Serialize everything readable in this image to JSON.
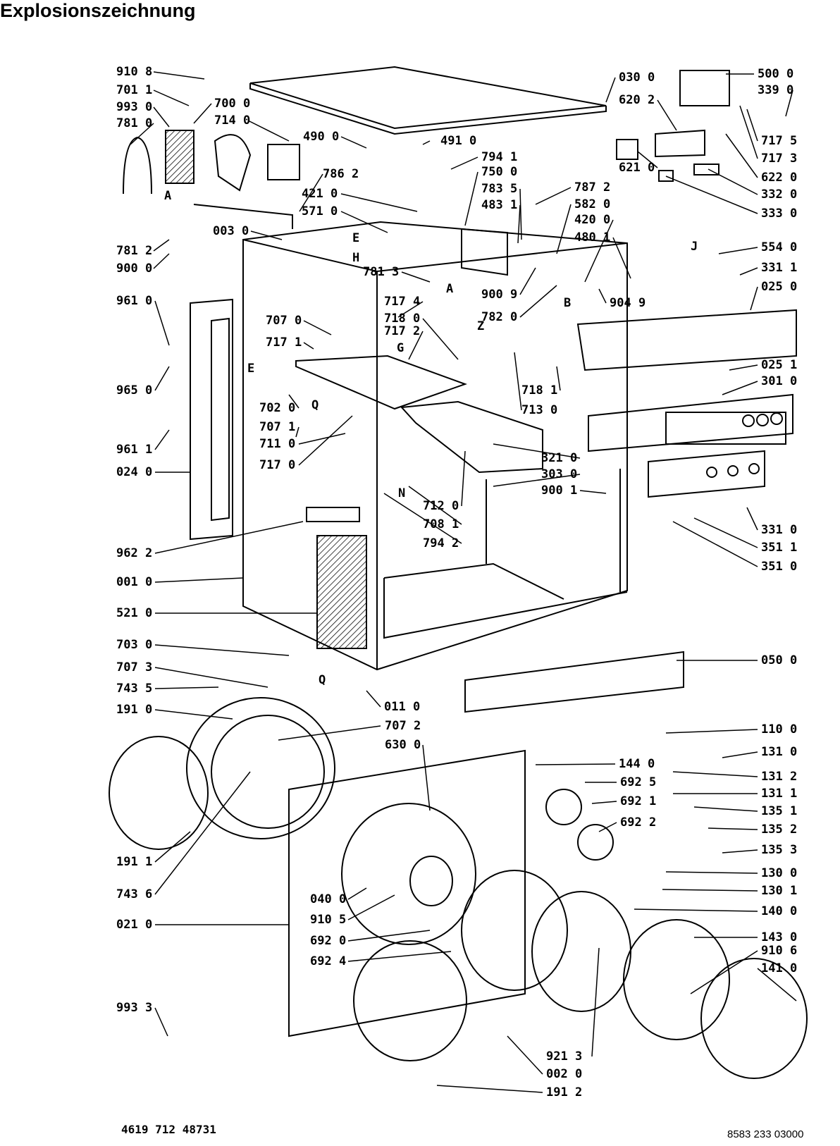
{
  "title": "Explosionszeichnung",
  "footer": {
    "left_code": "4619 712 48731",
    "right_code": "8583 233 03000"
  },
  "left_labels": [
    "910 8",
    "701 1",
    "993 0",
    "781 0",
    "781 2",
    "900 0",
    "961 0",
    "965 0",
    "961 1",
    "024 0",
    "962 2",
    "001 0",
    "521 0",
    "703 0",
    "707 3",
    "743 5",
    "191 0",
    "191 1",
    "743 6",
    "021 0",
    "993 3"
  ],
  "center_left_labels": [
    "700 0",
    "714 0",
    "490 0",
    "786 2",
    "421 0",
    "571 0",
    "003 0",
    "707 0",
    "717 1",
    "702 0",
    "707 1",
    "711 0",
    "717 0",
    "781 3",
    "717 4",
    "718 0",
    "717 2",
    "040 0",
    "910 5",
    "692 0",
    "692 4"
  ],
  "center_right_labels": [
    "491 0",
    "794 1",
    "750 0",
    "783 5",
    "483 1",
    "787 2",
    "582 0",
    "420 0",
    "480 1",
    "900 9",
    "782 0",
    "904 9",
    "718 1",
    "713 0",
    "321 0",
    "303 0",
    "900 1",
    "712 0",
    "708 1",
    "794 2",
    "011 0",
    "707 2",
    "630 0",
    "144 0",
    "692 5",
    "692 1",
    "692 2",
    "921 3",
    "002 0",
    "191 2"
  ],
  "right_labels": [
    "030 0",
    "500 0",
    "339 0",
    "620 2",
    "717 5",
    "717 3",
    "621 0",
    "622 0",
    "332 0",
    "333 0",
    "554 0",
    "331 1",
    "025 0",
    "025 1",
    "301 0",
    "331 0",
    "351 1",
    "351 0",
    "050 0",
    "110 0",
    "131 0",
    "131 2",
    "131 1",
    "135 1",
    "135 2",
    "135 3",
    "130 0",
    "130 1",
    "140 0",
    "143 0",
    "910 6",
    "141 0"
  ],
  "letter_markers": [
    "A",
    "A",
    "E",
    "H",
    "B",
    "Z",
    "G",
    "E",
    "N",
    "J",
    "Q",
    "Q"
  ]
}
